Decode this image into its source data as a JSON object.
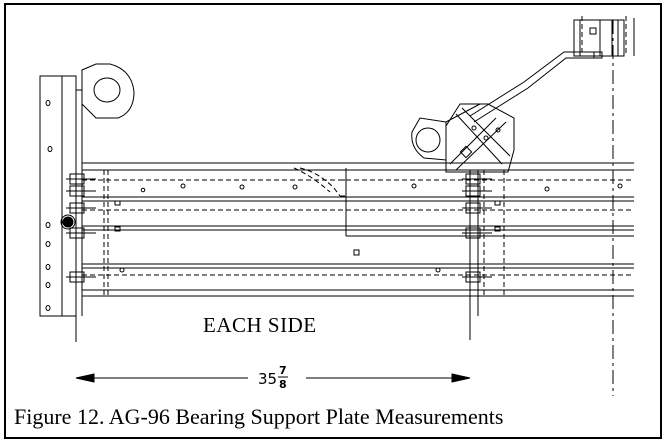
{
  "drawing": {
    "view_label": "EACH SIDE",
    "dimension": {
      "whole": "35",
      "numerator": "7",
      "denominator": "8"
    }
  },
  "caption": "Figure 12. AG-96 Bearing Support Plate Measurements"
}
